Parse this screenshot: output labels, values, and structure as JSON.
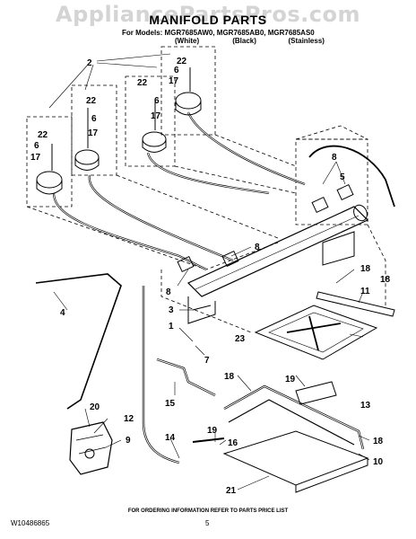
{
  "watermark": "AppliancePartsPros.com",
  "header": {
    "title": "MANIFOLD PARTS",
    "models_line": "For Models: MGR7685AW0, MGR7685AB0, MGR7685AS0",
    "variants": [
      "(White)",
      "(Black)",
      "(Stainless)"
    ]
  },
  "part_numbers": [
    "1",
    "2",
    "3",
    "4",
    "5",
    "6",
    "7",
    "8",
    "9",
    "10",
    "11",
    "12",
    "13",
    "14",
    "15",
    "16",
    "17",
    "18",
    "19",
    "20",
    "21",
    "22",
    "23"
  ],
  "footer": {
    "ordering_note": "FOR ORDERING INFORMATION REFER TO PARTS PRICE LIST",
    "doc_number": "W10486865",
    "page_number": "5"
  }
}
